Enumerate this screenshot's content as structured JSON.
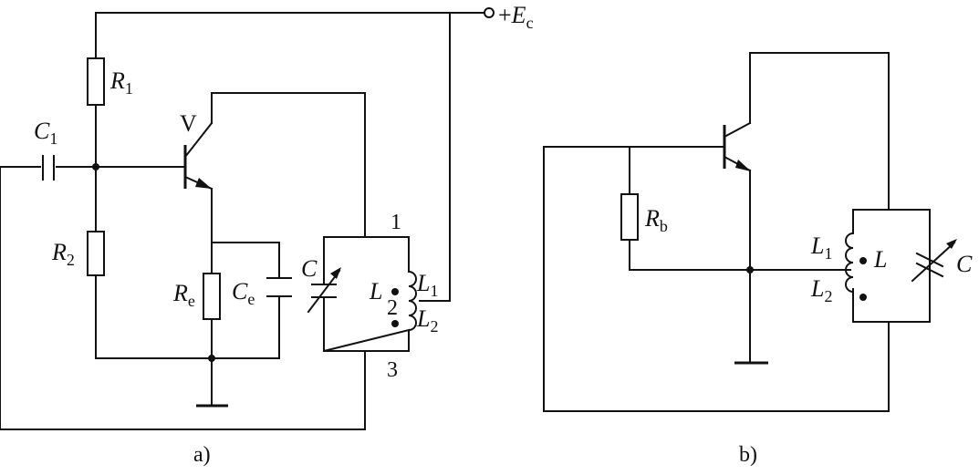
{
  "diagram_a": {
    "caption": "a)",
    "supply": {
      "sign": "+",
      "letter": "E",
      "sub": "c"
    },
    "r1": {
      "letter": "R",
      "sub": "1"
    },
    "r2": {
      "letter": "R",
      "sub": "2"
    },
    "c1": {
      "letter": "C",
      "sub": "1"
    },
    "transistor": "V",
    "re": {
      "letter": "R",
      "sub": "e"
    },
    "ce": {
      "letter": "C",
      "sub": "e"
    },
    "c": "C",
    "l": "L",
    "l1": {
      "letter": "L",
      "sub": "1"
    },
    "l2": {
      "letter": "L",
      "sub": "2"
    },
    "terminals": {
      "t1": "1",
      "t2": "2",
      "t3": "3"
    }
  },
  "diagram_b": {
    "caption": "b)",
    "rb": {
      "letter": "R",
      "sub": "b"
    },
    "l1": {
      "letter": "L",
      "sub": "1"
    },
    "l2": {
      "letter": "L",
      "sub": "2"
    },
    "l": "L",
    "c": "C"
  }
}
